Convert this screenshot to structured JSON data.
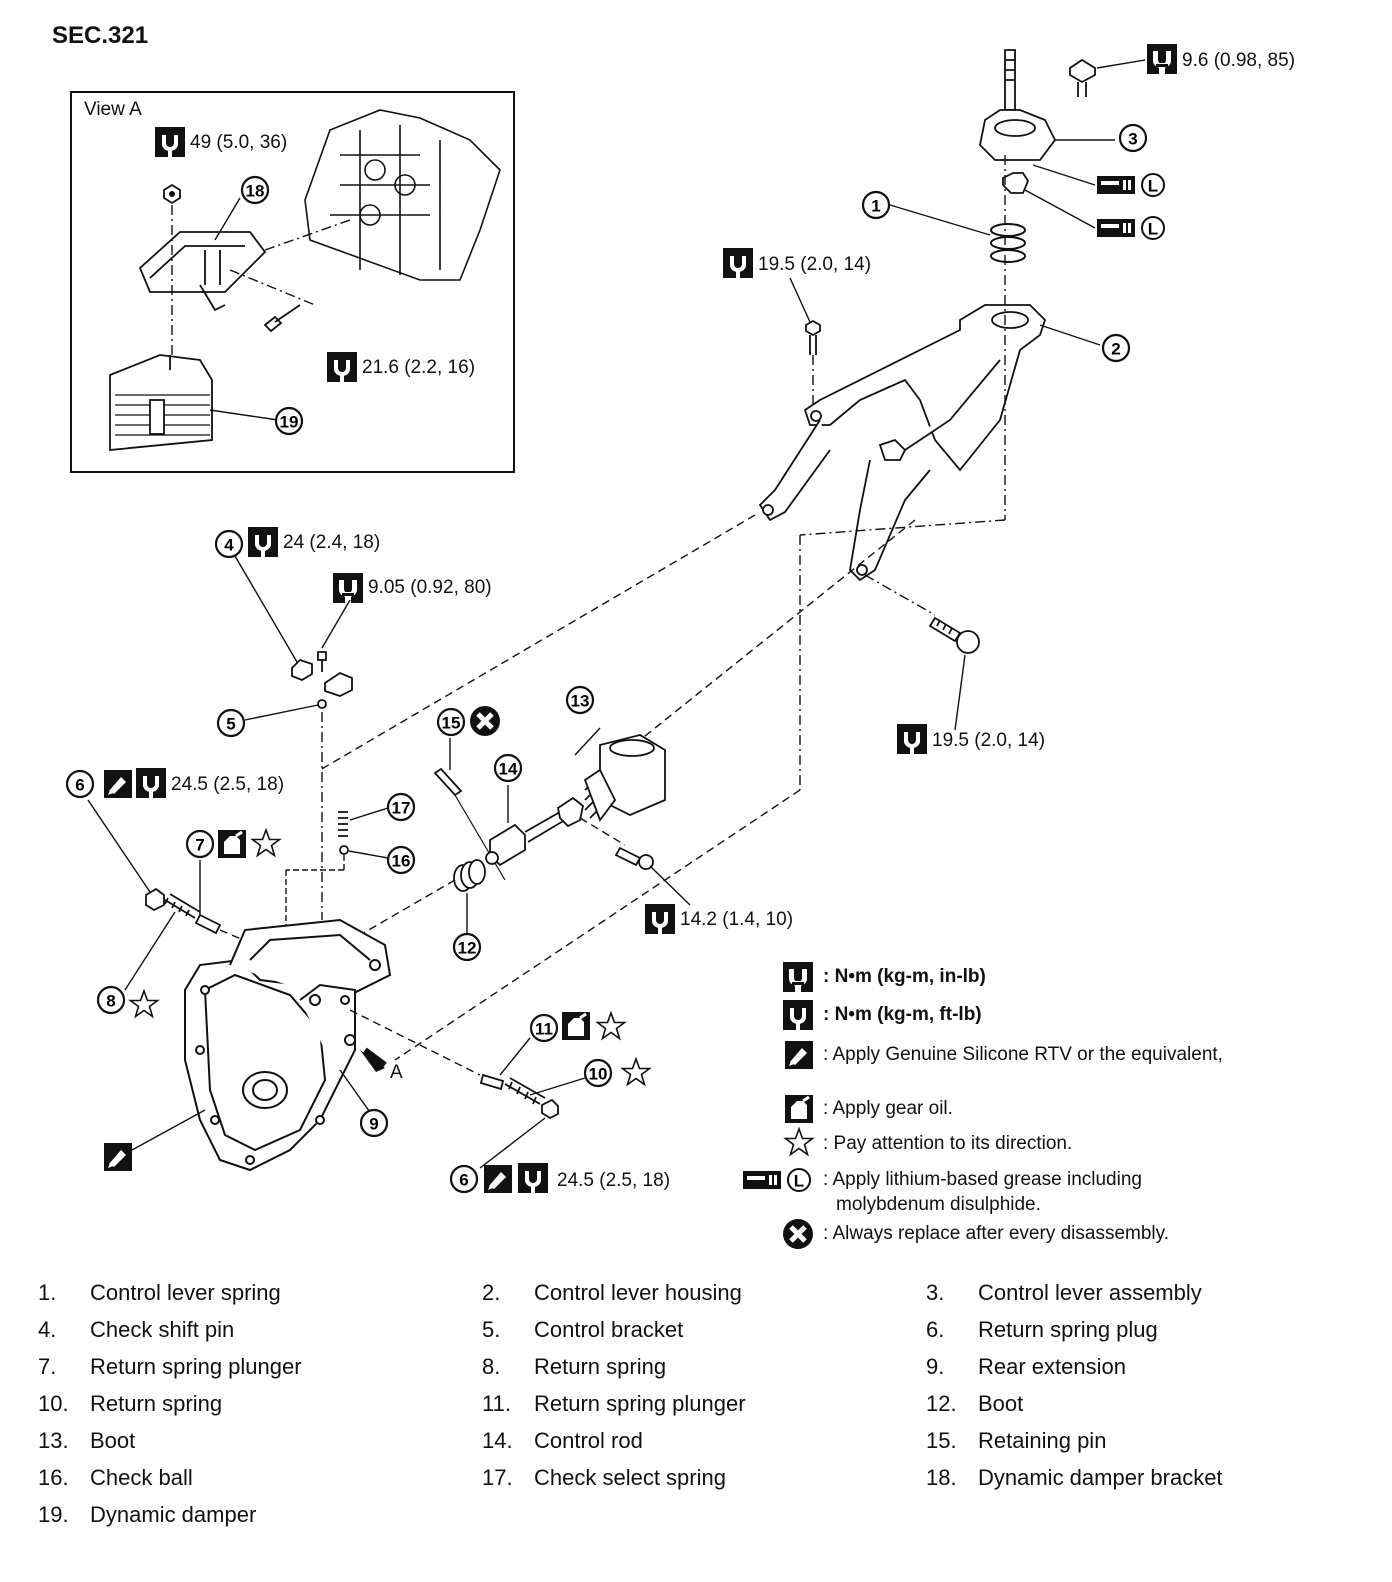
{
  "section_title": "SEC.321",
  "view_a": {
    "title": "View A",
    "torques": [
      "49 (5.0, 36)",
      "21.6 (2.2, 16)"
    ],
    "callouts": [
      "18",
      "19"
    ]
  },
  "torque_labels": {
    "t_96": "9.6 (0.98, 85)",
    "t_195_top": "19.5 (2.0, 14)",
    "t_24": "24 (2.4, 18)",
    "t_905": "9.05 (0.92, 80)",
    "t_195_right": "19.5 (2.0, 14)",
    "t_245_left": "24.5 (2.5, 18)",
    "t_142": "14.2 (1.4, 10)",
    "t_245_bottom": "24.5 (2.5, 18)"
  },
  "view_arrow_label": "A",
  "grease_letter": "L",
  "callout_numbers": [
    "1",
    "2",
    "3",
    "4",
    "5",
    "6",
    "7",
    "8",
    "9",
    "10",
    "11",
    "12",
    "13",
    "14",
    "15",
    "16",
    "17",
    "18",
    "19"
  ],
  "legend": [
    {
      "icon": "torque-in-lb-icon",
      "text": ": N•m (kg-m, in-lb)",
      "bold": true
    },
    {
      "icon": "torque-ft-lb-icon",
      "text": ": N•m (kg-m, ft-lb)",
      "bold": true
    },
    {
      "icon": "silicone-rtv-icon",
      "text": ": Apply Genuine Silicone RTV or the equivalent,",
      "bold": false
    },
    {
      "icon": "gear-oil-icon",
      "text": ": Apply gear oil.",
      "bold": false
    },
    {
      "icon": "direction-star-icon",
      "text": ": Pay attention to its direction.",
      "bold": false
    },
    {
      "icon": "grease-icon",
      "text": ": Apply lithium-based grease including",
      "text2": "molybdenum disulphide.",
      "bold": false
    },
    {
      "icon": "replace-x-icon",
      "text": ": Always replace after every disassembly.",
      "bold": false
    }
  ],
  "parts": [
    {
      "num": "1.",
      "name": "Control lever spring"
    },
    {
      "num": "2.",
      "name": "Control lever housing"
    },
    {
      "num": "3.",
      "name": "Control lever assembly"
    },
    {
      "num": "4.",
      "name": "Check shift pin"
    },
    {
      "num": "5.",
      "name": "Control bracket"
    },
    {
      "num": "6.",
      "name": "Return spring plug"
    },
    {
      "num": "7.",
      "name": "Return spring plunger"
    },
    {
      "num": "8.",
      "name": "Return spring"
    },
    {
      "num": "9.",
      "name": "Rear extension"
    },
    {
      "num": "10.",
      "name": "Return spring"
    },
    {
      "num": "11.",
      "name": "Return spring plunger"
    },
    {
      "num": "12.",
      "name": "Boot"
    },
    {
      "num": "13.",
      "name": "Boot"
    },
    {
      "num": "14.",
      "name": "Control rod"
    },
    {
      "num": "15.",
      "name": "Retaining pin"
    },
    {
      "num": "16.",
      "name": "Check ball"
    },
    {
      "num": "17.",
      "name": "Check select spring"
    },
    {
      "num": "18.",
      "name": "Dynamic damper bracket"
    },
    {
      "num": "19.",
      "name": "Dynamic damper"
    }
  ]
}
